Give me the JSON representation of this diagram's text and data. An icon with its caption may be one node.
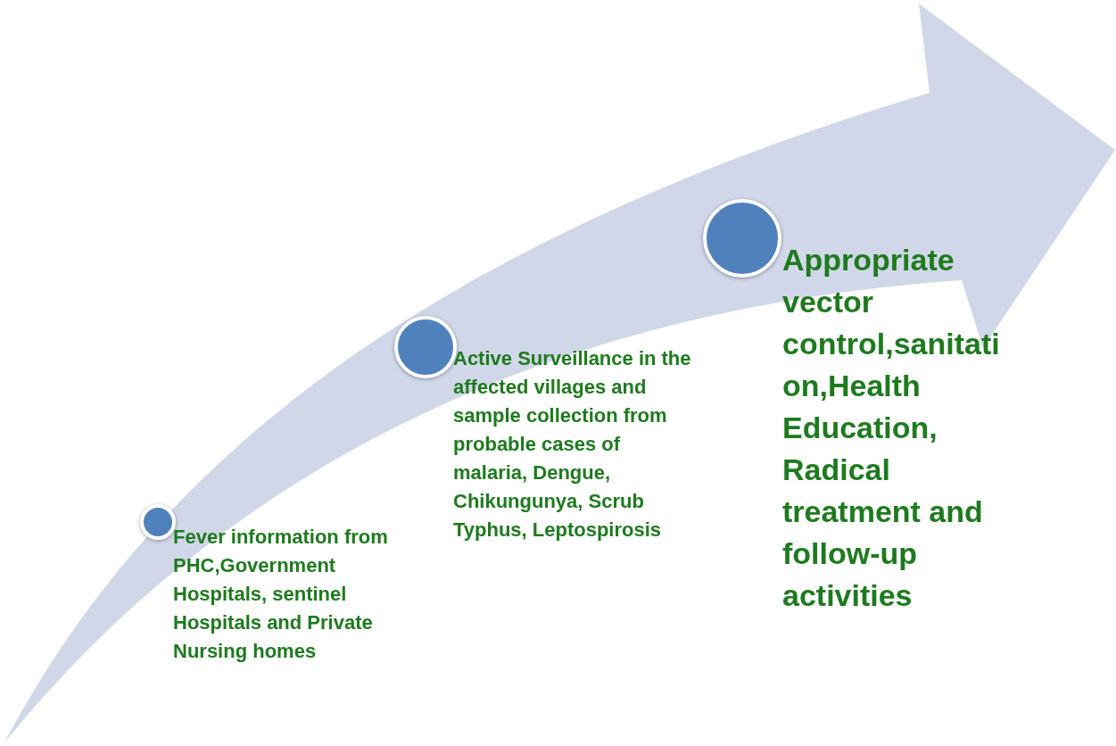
{
  "diagram": {
    "nodes": [
      {
        "text": [],
        "shape": "circle",
        "beside": [
          "Fever information from PHC,Government Hospitals, sentinel Hospitals and Private Nursing homes"
        ]
      },
      {
        "text": [],
        "shape": "circle",
        "beside": [
          "Active Surveillance in the affected villages and sample collection from probable cases of malaria, Dengue, Chikungunya, Scrub Typhus, Leptospirosis"
        ]
      },
      {
        "text": [],
        "shape": "circle",
        "beside": [
          "Appropriate vector control,sanitation,Health Education, Radical treatment and follow-up activities"
        ]
      }
    ]
  }
}
